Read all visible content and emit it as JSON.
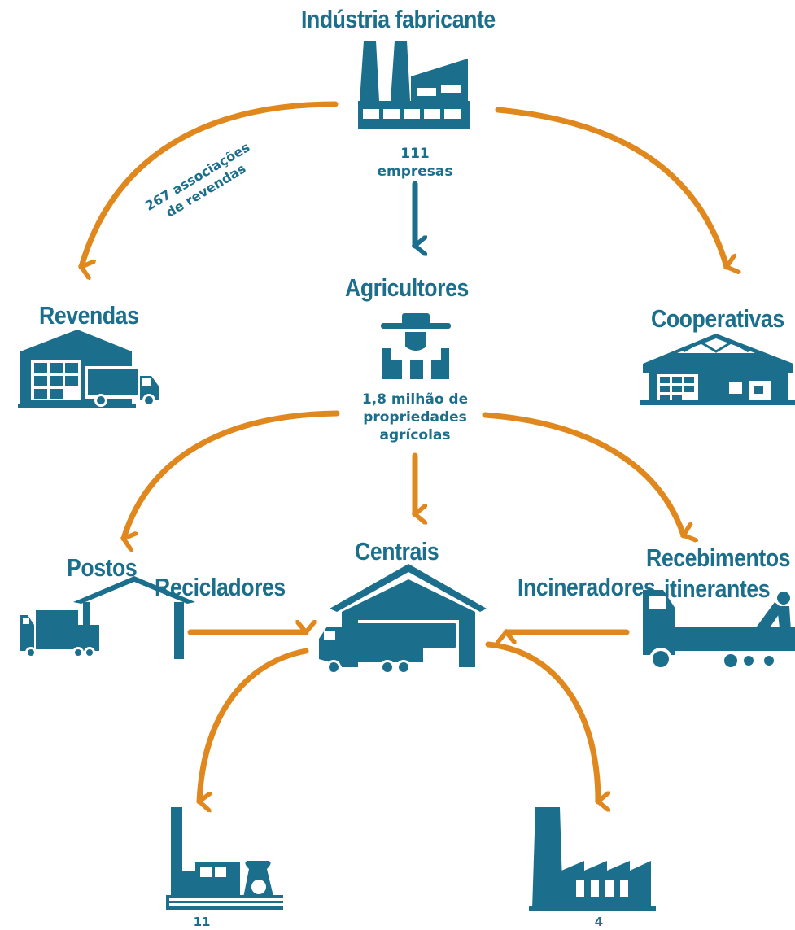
{
  "colors": {
    "primary": "#1b6f8d",
    "arrow": "#e0881d",
    "background": "#ffffff"
  },
  "nodes": {
    "industria": {
      "title": "Indústria fabricante",
      "stat_line1": "111",
      "stat_line2": "empresas",
      "icon": "factory-icon"
    },
    "revendas": {
      "title": "Revendas",
      "icon": "warehouse-truck-icon"
    },
    "agricultores": {
      "title": "Agricultores",
      "stat_line1": "1,8 milhão de",
      "stat_line2": "propriedades",
      "stat_line3": "agrícolas",
      "icon": "farmer-icon"
    },
    "cooperativas": {
      "title": "Cooperativas",
      "icon": "cooperative-warehouse-icon"
    },
    "postos": {
      "title": "Postos",
      "icon": "post-warehouse-icon"
    },
    "centrais": {
      "title": "Centrais",
      "icon": "central-warehouse-icon"
    },
    "recebimentos": {
      "title_line1": "Recebimentos",
      "title_line2": "itinerantes",
      "icon": "itinerant-truck-icon"
    },
    "recicladores": {
      "title": "Recicladores",
      "stat": "11",
      "icon": "recycling-plant-icon"
    },
    "incineradores": {
      "title": "Incineradores",
      "stat": "4",
      "icon": "incinerator-factory-icon"
    }
  },
  "edge_labels": {
    "associacoes_line1": "267 associações",
    "associacoes_line2": "de revendas"
  }
}
